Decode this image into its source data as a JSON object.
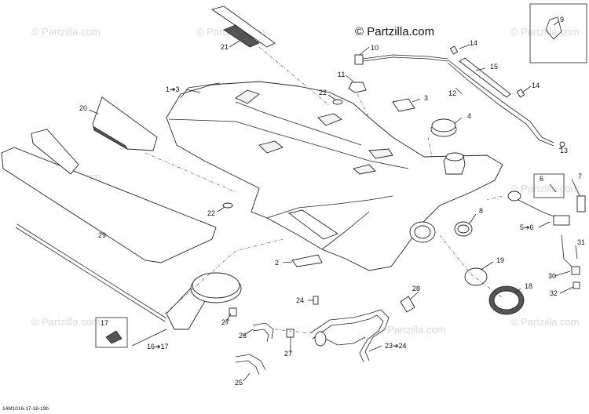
{
  "watermark": {
    "site": "© Partzilla.com",
    "faint_text": "© Partzilla.com"
  },
  "drawing_code": "14M1016-17-18-19b",
  "callouts": [
    {
      "id": "c1",
      "text": "1➔3"
    },
    {
      "id": "c2",
      "text": "2"
    },
    {
      "id": "c3",
      "text": "3"
    },
    {
      "id": "c4",
      "text": "4"
    },
    {
      "id": "c5",
      "text": "5➔6"
    },
    {
      "id": "c6",
      "text": "6"
    },
    {
      "id": "c7",
      "text": "7"
    },
    {
      "id": "c8",
      "text": "8"
    },
    {
      "id": "c9",
      "text": "9"
    },
    {
      "id": "c10",
      "text": "10"
    },
    {
      "id": "c11",
      "text": "11"
    },
    {
      "id": "c12",
      "text": "12"
    },
    {
      "id": "c13",
      "text": "13"
    },
    {
      "id": "c14a",
      "text": "14"
    },
    {
      "id": "c14b",
      "text": "14"
    },
    {
      "id": "c15",
      "text": "15"
    },
    {
      "id": "c16",
      "text": "16➔17"
    },
    {
      "id": "c17",
      "text": "17"
    },
    {
      "id": "c18",
      "text": "18"
    },
    {
      "id": "c19",
      "text": "19"
    },
    {
      "id": "c20",
      "text": "20"
    },
    {
      "id": "c21",
      "text": "21"
    },
    {
      "id": "c22a",
      "text": "22"
    },
    {
      "id": "c22b",
      "text": "22"
    },
    {
      "id": "c23",
      "text": "23➔24"
    },
    {
      "id": "c24",
      "text": "24"
    },
    {
      "id": "c25",
      "text": "25"
    },
    {
      "id": "c26",
      "text": "26"
    },
    {
      "id": "c27a",
      "text": "27"
    },
    {
      "id": "c27b",
      "text": "27"
    },
    {
      "id": "c28",
      "text": "28"
    },
    {
      "id": "c29",
      "text": "29"
    },
    {
      "id": "c30",
      "text": "30"
    },
    {
      "id": "c31",
      "text": "31"
    },
    {
      "id": "c32",
      "text": "32"
    }
  ]
}
